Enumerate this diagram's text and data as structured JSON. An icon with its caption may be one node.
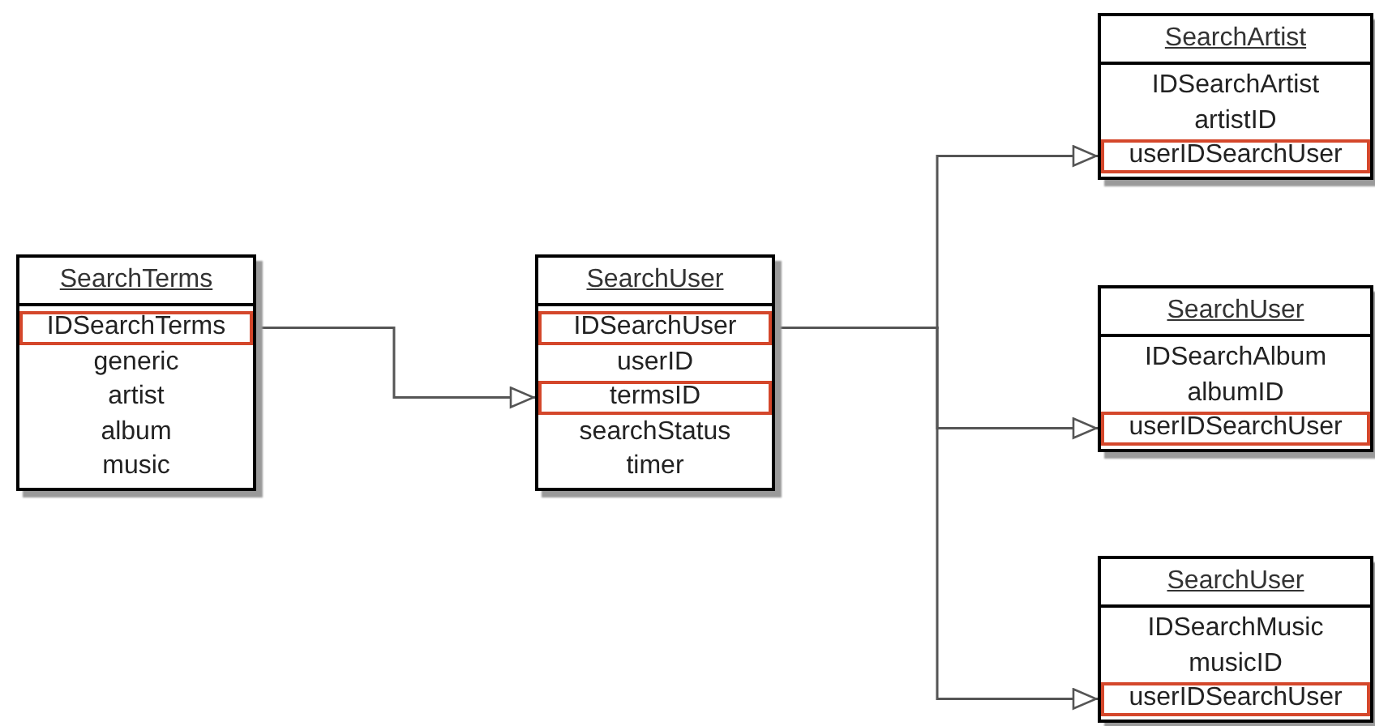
{
  "diagram": {
    "nodes": [
      {
        "text": [
          "SearchTerms",
          "generic",
          "artist",
          "album",
          "music"
        ]
      },
      {
        "text": [
          "IDSearchTerms"
        ],
        "in": 0
      },
      {
        "text": [
          "SearchUser",
          "userID",
          "searchStatus",
          "timer"
        ]
      },
      {
        "text": [
          "IDSearchUser"
        ],
        "in": 2
      },
      {
        "text": [
          "termsID"
        ],
        "in": 2
      },
      {
        "text": [
          "SearchArtist",
          "IDSearchArtist",
          "artistID"
        ]
      },
      {
        "text": [
          "userIDSearchUser"
        ],
        "in": 5
      },
      {
        "text": [
          "SearchUser",
          "IDSearchAlbum",
          "albumID"
        ]
      },
      {
        "text": [
          "userIDSearchUser"
        ],
        "in": 7
      },
      {
        "text": [
          "SearchUser",
          "IDSearchMusic",
          "musicID"
        ]
      },
      {
        "text": [
          "userIDSearchUser"
        ],
        "in": 9
      }
    ],
    "edges": [
      {
        "from": 1,
        "to": 4,
        "arrow": "to"
      },
      {
        "from": 3,
        "to": 6,
        "arrow": "to"
      },
      {
        "from": 3,
        "to": 8,
        "arrow": "to"
      },
      {
        "from": 3,
        "to": 10,
        "arrow": "to"
      }
    ]
  }
}
